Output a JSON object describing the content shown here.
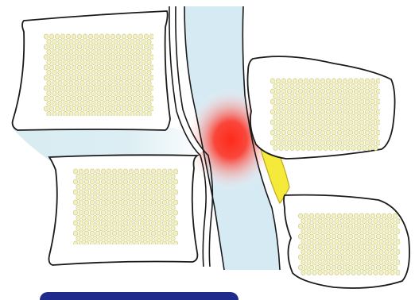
{
  "colors": {
    "bone_fill": "#ffffff",
    "outline": "#1a1a1a",
    "marrow_cell": "#f2f1c4",
    "marrow_cell_stroke": "#c9c67a",
    "disc": "#d8ecf2",
    "spinal_canal": "#d6eaf4",
    "inflammation_center": "#ff2a1a",
    "inflammation_edge": "#ffffff",
    "ligament": "#f5ea3a",
    "ligament_stroke": "#b8a820",
    "footer_bar": "#1f2a8c"
  },
  "structures": [
    "upper-vertebral-body",
    "intervertebral-disc",
    "lower-vertebral-body",
    "spinal-canal",
    "inflammation-hotspot",
    "ligamentum-flavum",
    "upper-lamina",
    "lower-lamina",
    "footer-bar"
  ]
}
